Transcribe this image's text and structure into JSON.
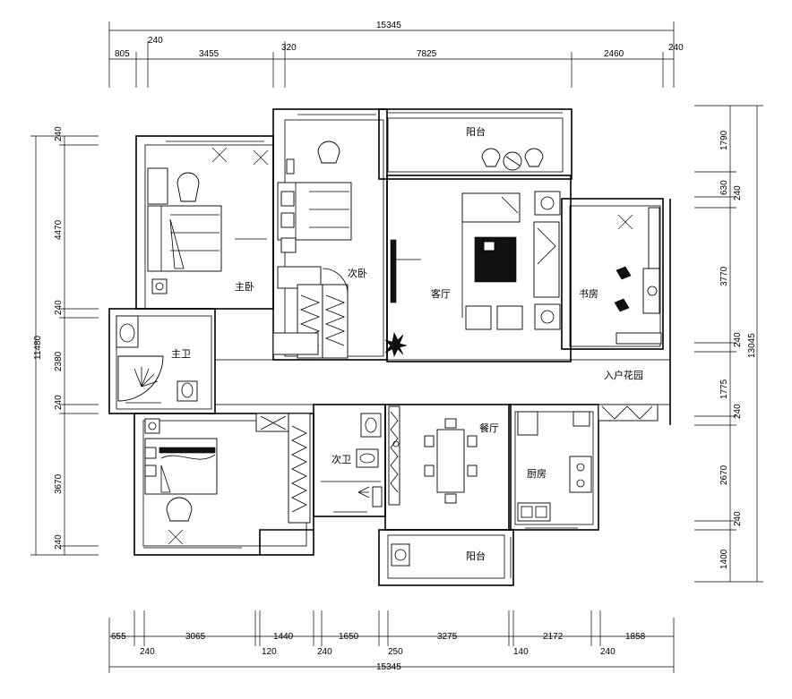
{
  "dimensions": {
    "top_total": "15345",
    "top_segments": [
      "805",
      "3455",
      "7825",
      "2460"
    ],
    "top_walls": [
      "240",
      "320",
      "240"
    ],
    "bottom_total": "15345",
    "bottom_segments": [
      "655",
      "3065",
      "1440",
      "1650",
      "3275",
      "2172",
      "1858"
    ],
    "bottom_walls": [
      "240",
      "120",
      "240",
      "250",
      "140",
      "240"
    ],
    "left_total": "11480",
    "left_segments": [
      "240",
      "4470",
      "240",
      "2380",
      "240",
      "3670",
      "240"
    ],
    "right_total": "13045",
    "right_segments": [
      "1790",
      "630",
      "240",
      "3770",
      "240",
      "1775",
      "240",
      "2670",
      "240",
      "1400"
    ]
  },
  "rooms": {
    "master_bedroom": "主卧",
    "second_bedroom": "次卧",
    "living_room": "客厅",
    "balcony_top": "阳台",
    "study": "书房",
    "master_bath": "主卫",
    "entry_garden": "入户花园",
    "dining": "餐厅",
    "second_bath": "次卫",
    "kitchen": "厨房",
    "balcony_bottom": "阳台"
  }
}
